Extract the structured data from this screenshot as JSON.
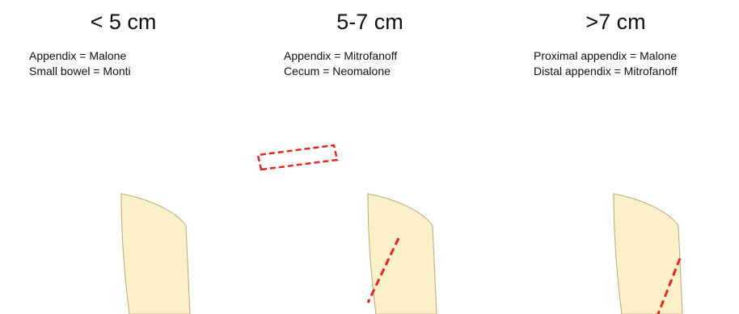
{
  "panels": [
    {
      "heading": "< 5 cm",
      "lines": [
        "Appendix = Malone",
        "Small bowel = Monti"
      ]
    },
    {
      "heading": "5-7 cm",
      "lines": [
        "Appendix = Mitrofanoff",
        "Cecum = Neomalone"
      ]
    },
    {
      "heading": ">7 cm",
      "lines": [
        "Proximal appendix = Malone",
        "Distal appendix = Mitrofanoff"
      ]
    }
  ],
  "colors": {
    "bowel": "#E7A27C",
    "taenia": "#F5DD9A",
    "vessel": "#C8102E",
    "cut_line": "#E8261C",
    "outline": "#8C5A3C"
  }
}
